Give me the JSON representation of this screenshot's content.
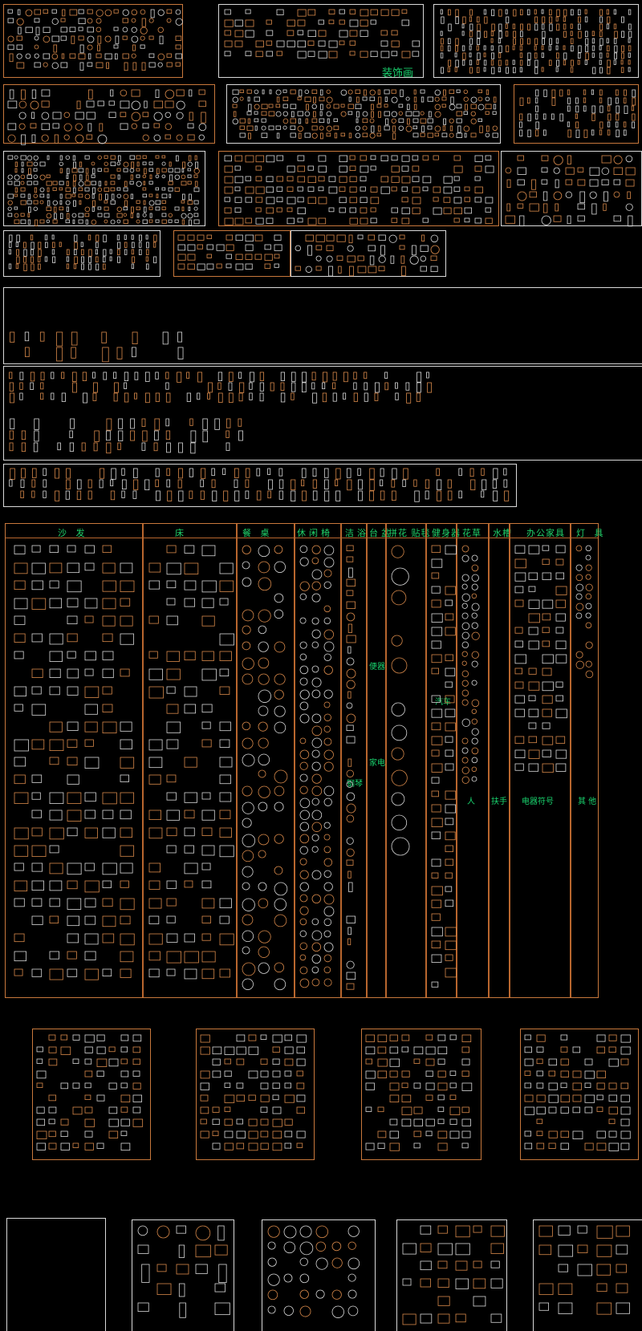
{
  "palette": {
    "background": "#000000",
    "line_orange": "#d8894a",
    "line_white": "#d9d9d9",
    "text_green": "#19d36e"
  },
  "labels": {
    "decor_painting": "装饰画"
  },
  "catalog": {
    "headers": [
      "沙 发",
      "床",
      "餐 桌",
      "休闲椅",
      "洁浴",
      "台盆",
      "拼花 贴毯",
      "健身器",
      "花草",
      "水槽",
      "办公家具",
      "灯 具"
    ],
    "sub_labels": {
      "car": "汽车",
      "appliance": "家电",
      "piano": "钢琴",
      "bath_fixture": "便器",
      "person": "人",
      "stair": "扶手",
      "appliance_symbol": "电器符号",
      "other": "其 他"
    }
  }
}
